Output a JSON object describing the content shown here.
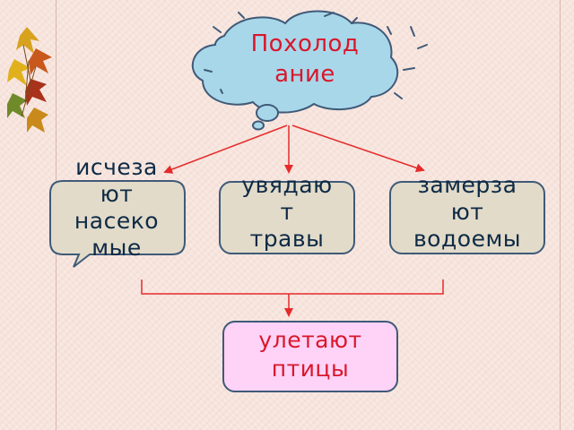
{
  "diagram": {
    "root": {
      "label": "Похолод\nание"
    },
    "nodes": [
      {
        "id": "insects",
        "label": "исчеза\nют\nнасеко\nмые"
      },
      {
        "id": "grass",
        "label": "увядаю\nт\nтравы"
      },
      {
        "id": "water",
        "label": "замерза\nют\nводоемы"
      }
    ],
    "result": {
      "label": "улетают\nптицы"
    }
  },
  "colors": {
    "background": "#f7e4dd",
    "cloud_fill": "#a9d7ea",
    "box_fill": "#e2dbc9",
    "result_fill": "#ffd2f7",
    "border": "#3f5a78",
    "arrow": "#e52b2b",
    "root_text": "#d9172b",
    "node_text": "#0e2a45",
    "result_text": "#d9172b"
  },
  "decoration": {
    "icon": "autumn-leaves-icon"
  }
}
